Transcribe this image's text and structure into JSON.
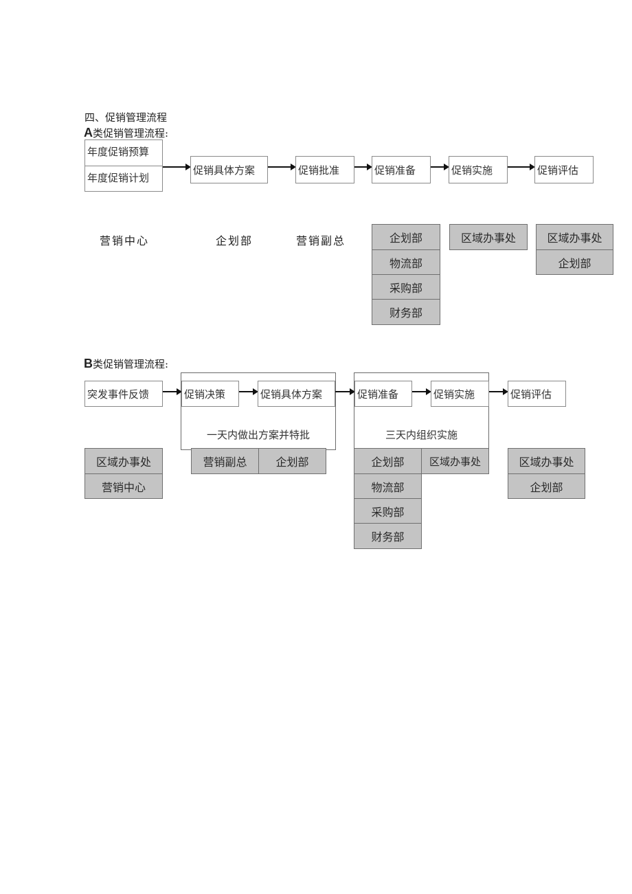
{
  "section_title": "四、促销管理流程",
  "flow_a": {
    "heading_letter": "A",
    "heading_text": "类促销管理流程:",
    "start_box": [
      "年度促销预算",
      "年度促销计划"
    ],
    "steps": [
      "促销具体方案",
      "促销批准",
      "促销准备",
      "促销实施",
      "促销评估"
    ],
    "owners": {
      "start": "营销中心",
      "plan": "企划部",
      "approval": "营销副总",
      "preparation": [
        "企划部",
        "物流部",
        "采购部",
        "财务部"
      ],
      "implementation": [
        "区域办事处"
      ],
      "evaluation": [
        "区域办事处",
        "企划部"
      ]
    }
  },
  "flow_b": {
    "heading_letter": "B",
    "heading_text": "类促销管理流程:",
    "start_step": "突发事件反馈",
    "group1": {
      "steps": [
        "促销决策",
        "促销具体方案"
      ],
      "label": "一天内做出方案并特批",
      "owners": [
        "营销副总",
        "企划部"
      ]
    },
    "group2": {
      "steps": [
        "促销准备",
        "促销实施"
      ],
      "label": "三天内组织实施",
      "owners_left": [
        "企划部",
        "物流部",
        "采购部",
        "财务部"
      ],
      "owners_right": [
        "区域办事处"
      ]
    },
    "end_step": "促销评估",
    "owners": {
      "start": [
        "区域办事处",
        "营销中心"
      ],
      "evaluation": [
        "区域办事处",
        "企划部"
      ]
    }
  },
  "colors": {
    "owner_fill": "#c4c4c4",
    "box_border": "#8a8a8a",
    "arrow": "#111111"
  }
}
